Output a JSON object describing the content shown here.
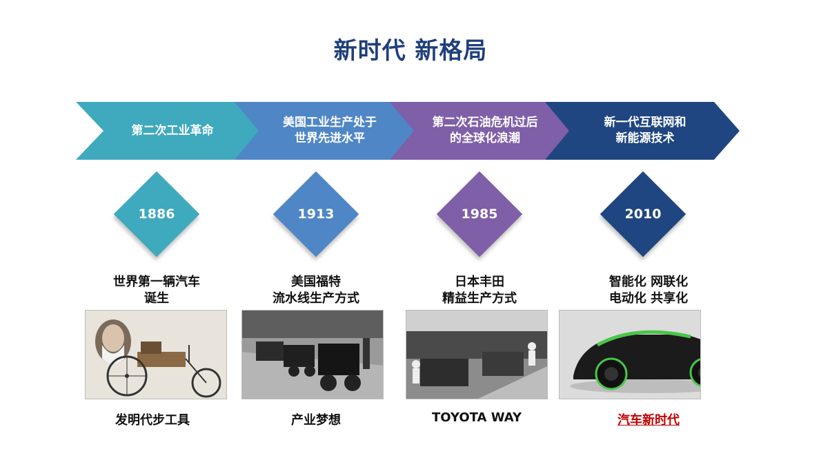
{
  "title": "新时代 新格局",
  "phases": [
    {
      "label": "第二次工业革命",
      "color": "#3fa9be",
      "dark": "#2f8ea3"
    },
    {
      "label": "美国工业生产处于\n世界先进水平",
      "color": "#4f86c6",
      "dark": "#3c6ea9"
    },
    {
      "label": "第二次石油危机过后\n的全球化浪潮",
      "color": "#7f5fa8",
      "dark": "#684b8e"
    },
    {
      "label": "新一代互联网和\n新能源技术",
      "color": "#1f4680",
      "dark": "#17386a"
    }
  ],
  "milestones": [
    {
      "year": "1886",
      "caption": "世界第一辆汽车\n诞生",
      "photo": "first-car-photo",
      "label": "发明代步工具",
      "highlight": false
    },
    {
      "year": "1913",
      "caption": "美国福特\n流水线生产方式",
      "photo": "ford-assembly-line-photo",
      "label": "产业梦想",
      "highlight": false
    },
    {
      "year": "1985",
      "caption": "日本丰田\n精益生产方式",
      "photo": "toyota-factory-photo",
      "label": "TOYOTA WAY",
      "highlight": false
    },
    {
      "year": "2010",
      "caption": "智能化  网联化\n电动化  共享化",
      "photo": "concept-car-photo",
      "label": "汽车新时代",
      "highlight": true
    }
  ]
}
